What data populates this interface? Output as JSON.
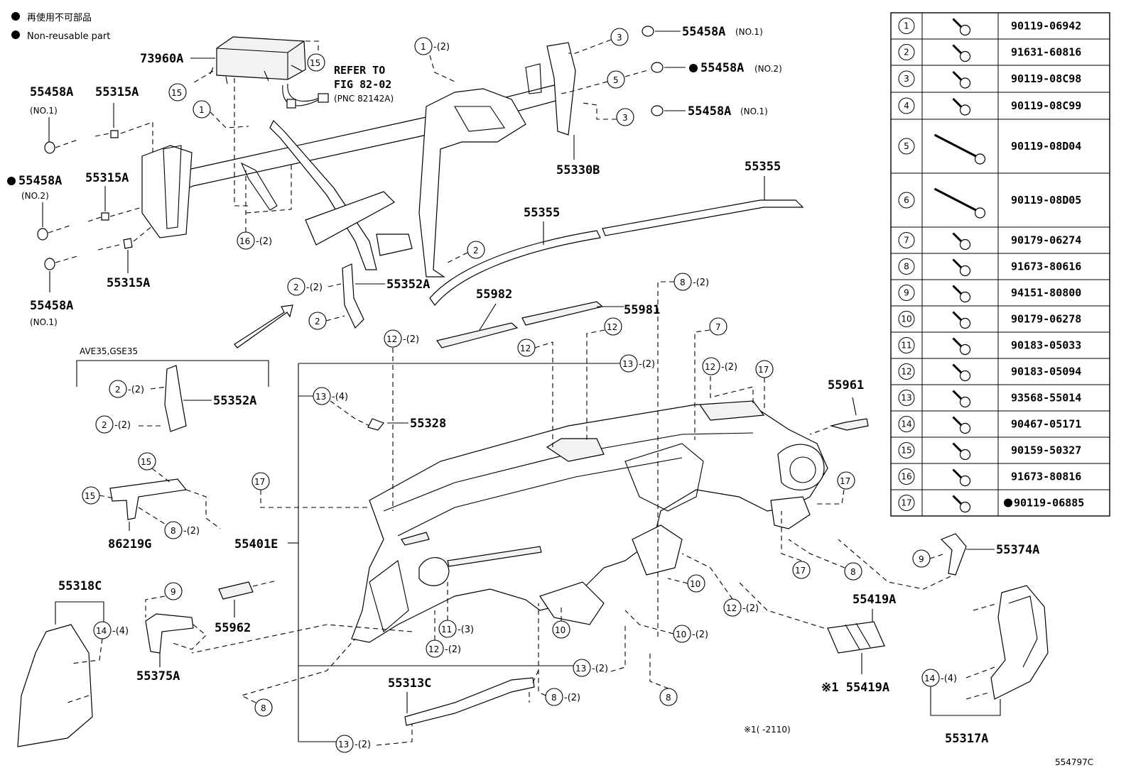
{
  "legend": {
    "japanese": "再使用不可部品",
    "english": "Non-reusable part"
  },
  "parts": {
    "airbag": "73960A",
    "refer_line1": "REFER TO",
    "refer_line2": "FIG 82-02",
    "refer_line3": "(PNC 82142A)",
    "nut_a_top_left": "55458A",
    "nut_a_top_left_sub": "(NO.1)",
    "nut_315_1": "55315A",
    "nut_a_mid_left": "55458A",
    "nut_a_mid_left_sub": "(NO.2)",
    "nut_315_2": "55315A",
    "nut_315_3": "55315A",
    "nut_a_bot_left": "55458A",
    "nut_a_bot_left_sub": "(NO.1)",
    "nut_r1": "55458A",
    "nut_r1_sub": "(NO.1)",
    "nut_r2": "55458A",
    "nut_r2_sub": "(NO.2)",
    "nut_r3": "55458A",
    "nut_r3_sub": "(NO.1)",
    "bracket_330b": "55330B",
    "cover_355_top": "55355",
    "cover_355_mid": "55355",
    "brace_352a": "55352A",
    "duct_982": "55982",
    "duct_981": "55981",
    "model_note": "AVE35,GSE35",
    "brace_352a_2": "55352A",
    "clip_328": "55328",
    "bracket_86219g": "86219G",
    "panel_401e": "55401E",
    "cover_318c": "55318C",
    "grille_962": "55962",
    "bracket_375a": "55375A",
    "bracket_313c": "55313C",
    "grille_961": "55961",
    "bracket_374a": "55374A",
    "tape_419a": "55419A",
    "tape_419a_note": "※1 55419A",
    "note_bottom": "※1(        -2110)",
    "cover_317a": "55317A",
    "diagram_id": "554797C"
  },
  "callouts": {
    "q2": "-(2)",
    "q3": "-(3)",
    "q4": "-(4)"
  },
  "fastener_table": [
    {
      "num": "1",
      "part": "90119-06942",
      "nonreusable": false
    },
    {
      "num": "2",
      "part": "91631-60816",
      "nonreusable": false
    },
    {
      "num": "3",
      "part": "90119-08C98",
      "nonreusable": false
    },
    {
      "num": "4",
      "part": "90119-08C99",
      "nonreusable": false
    },
    {
      "num": "5",
      "part": "90119-08D04",
      "nonreusable": false
    },
    {
      "num": "6",
      "part": "90119-08D05",
      "nonreusable": false
    },
    {
      "num": "7",
      "part": "90179-06274",
      "nonreusable": false
    },
    {
      "num": "8",
      "part": "91673-80616",
      "nonreusable": false
    },
    {
      "num": "9",
      "part": "94151-80800",
      "nonreusable": false
    },
    {
      "num": "10",
      "part": "90179-06278",
      "nonreusable": false
    },
    {
      "num": "11",
      "part": "90183-05033",
      "nonreusable": false
    },
    {
      "num": "12",
      "part": "90183-05094",
      "nonreusable": false
    },
    {
      "num": "13",
      "part": "93568-55014",
      "nonreusable": false
    },
    {
      "num": "14",
      "part": "90467-05171",
      "nonreusable": false
    },
    {
      "num": "15",
      "part": "90159-50327",
      "nonreusable": false
    },
    {
      "num": "16",
      "part": "91673-80816",
      "nonreusable": false
    },
    {
      "num": "17",
      "part": "90119-06885",
      "nonreusable": true
    }
  ]
}
